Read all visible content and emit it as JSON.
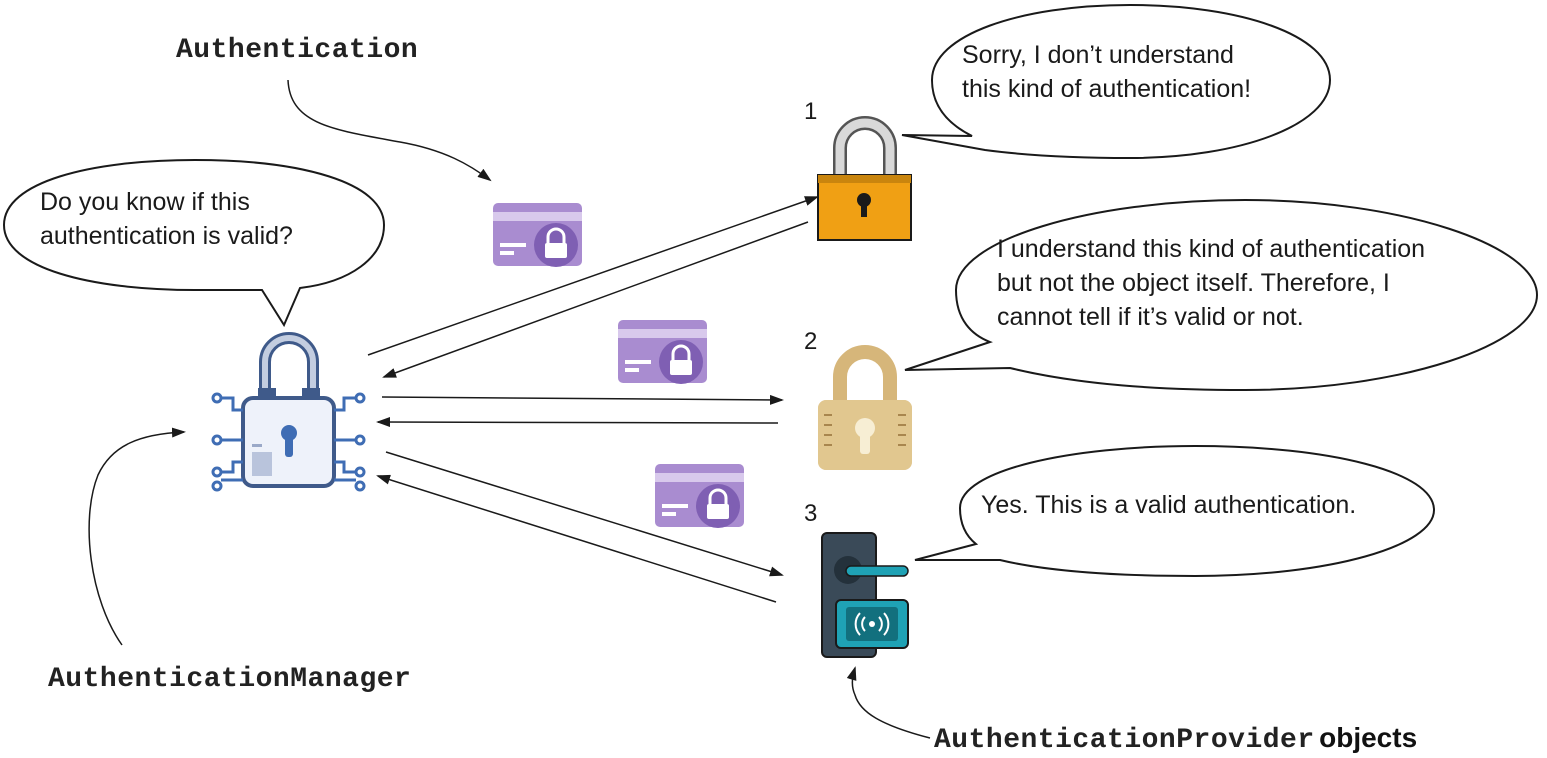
{
  "labels": {
    "authentication": "Authentication",
    "authentication_manager": "AuthenticationManager",
    "authentication_provider": "AuthenticationProvider",
    "objects": "objects"
  },
  "manager_bubble": {
    "line1": "Do you know if this",
    "line2": "authentication is valid?"
  },
  "providers": [
    {
      "number": "1",
      "line1": "Sorry, I don’t understand",
      "line2": "this kind of authentication!",
      "line3": ""
    },
    {
      "number": "2",
      "line1": "I understand this kind of authentication",
      "line2": "but not the object itself. Therefore, I",
      "line3": "cannot tell if it’s valid or not."
    },
    {
      "number": "3",
      "line1": "Yes. This is a valid authentication.",
      "line2": "",
      "line3": ""
    }
  ],
  "colors": {
    "card_purple": "#9b7cc4",
    "lock1_orange": "#f0a014",
    "lock2_gold": "#d6b67a",
    "manager_blue": "#3f6db4",
    "door_teal": "#1fa2b5"
  },
  "icons": {
    "manager": "circuit-padlock-icon",
    "provider1": "orange-padlock-icon",
    "provider2": "gold-padlock-icon",
    "provider3": "smart-door-lock-icon",
    "card": "credential-card-icon"
  }
}
